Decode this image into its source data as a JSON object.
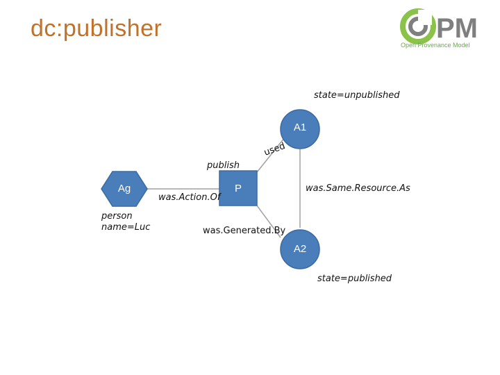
{
  "slide": {
    "title": "dc:publisher"
  },
  "logo": {
    "mark": "PM",
    "subtitle": "Open Provenance Model",
    "colors": {
      "green": "#6aa84f",
      "grey": "#7f7f7f"
    }
  },
  "diagram": {
    "colors": {
      "node_fill": "#4a7ebb",
      "node_stroke": "#3a6aa0",
      "edge": "#a0a0a0"
    },
    "nodes": {
      "agent": {
        "label": "Ag",
        "shape": "hexagon",
        "annotation_line1": "person",
        "annotation_line2": "name=Luc"
      },
      "process": {
        "label": "P",
        "shape": "rectangle",
        "annotation": "publish"
      },
      "artifact_a1": {
        "label": "A1",
        "shape": "circle",
        "annotation": "state=unpublished"
      },
      "artifact_a2": {
        "label": "A2",
        "shape": "circle",
        "annotation": "state=published"
      }
    },
    "edges": {
      "used": "used",
      "was_action_of": "was.Action.Of",
      "was_generated_by": "was.Generated.By",
      "was_same_resource_as": "was.Same.Resource.As"
    }
  }
}
